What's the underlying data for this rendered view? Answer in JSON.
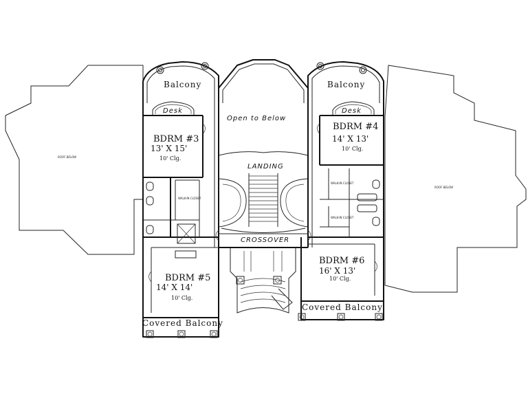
{
  "rooms": {
    "balcony_left": "Balcony",
    "balcony_right": "Balcony",
    "desk_left": "Desk",
    "desk_right": "Desk",
    "open_to_below": "Open to Below",
    "landing": "LANDING",
    "crossover": "CROSSOVER",
    "bdrm3": {
      "name": "BDRM #3",
      "dims": "13' X 15'",
      "ceiling": "10' Clg."
    },
    "bdrm4": {
      "name": "BDRM #4",
      "dims": "14' X 13'",
      "ceiling": "10' Clg."
    },
    "bdrm5": {
      "name": "BDRM #5",
      "dims": "14' X 14'",
      "ceiling": "10' Clg."
    },
    "bdrm6": {
      "name": "BDRM #6",
      "dims": "16' X 13'",
      "ceiling": "10' Clg."
    },
    "covered_balcony_left": "Covered Balcony",
    "covered_balcony_right": "Covered Balcony",
    "roof_below_left": "ROOF BELOW",
    "roof_below_right": "ROOF BELOW",
    "walkin_left": "WALK-IN CLOSET",
    "walkin_right_top": "WALK-IN CLOSET",
    "walkin_right_bottom": "WALK-IN CLOSET"
  }
}
